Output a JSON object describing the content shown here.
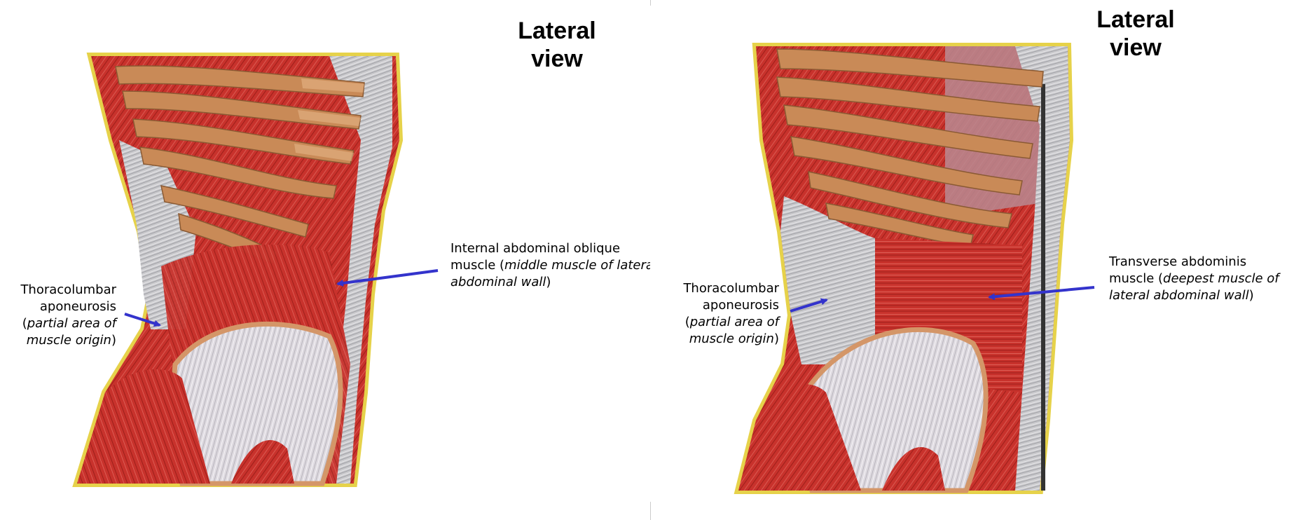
{
  "colors": {
    "muscle": "#c8322c",
    "muscle_dark": "#8f1d19",
    "rib": "#c98a57",
    "rib_light": "#e7b88a",
    "fascia": "#c9c9cc",
    "fascia_light": "#e8e6ea",
    "skin_edge": "#e6d24a",
    "arrow": "#3333cc"
  },
  "left_panel": {
    "title": {
      "line1": "Lateral",
      "line2": "view"
    },
    "muscle_label": {
      "line1": "Internal abdominal oblique",
      "line2_plain": "muscle (",
      "line2_italic": "middle muscle of lateral",
      "line3_italic": "abdominal wall",
      "line3_close": ")"
    },
    "fascia_label": {
      "line1": "Thoracolumbar",
      "line2": "aponeurosis",
      "line3_open": "(",
      "line3_italic": "partial area of",
      "line4_italic": "muscle origin",
      "line4_close": ")"
    }
  },
  "right_panel": {
    "title": {
      "line1": "Lateral",
      "line2": "view"
    },
    "muscle_label": {
      "line1": "Transverse abdominis",
      "line2_plain": "muscle (",
      "line2_italic": "deepest muscle of",
      "line3_italic": "lateral abdominal wall",
      "line3_close": ")"
    },
    "fascia_label": {
      "line1": "Thoracolumbar",
      "line2": "aponeurosis",
      "line3_open": "(",
      "line3_italic": "partial area of",
      "line4_italic": "muscle origin",
      "line4_close": ")"
    }
  }
}
